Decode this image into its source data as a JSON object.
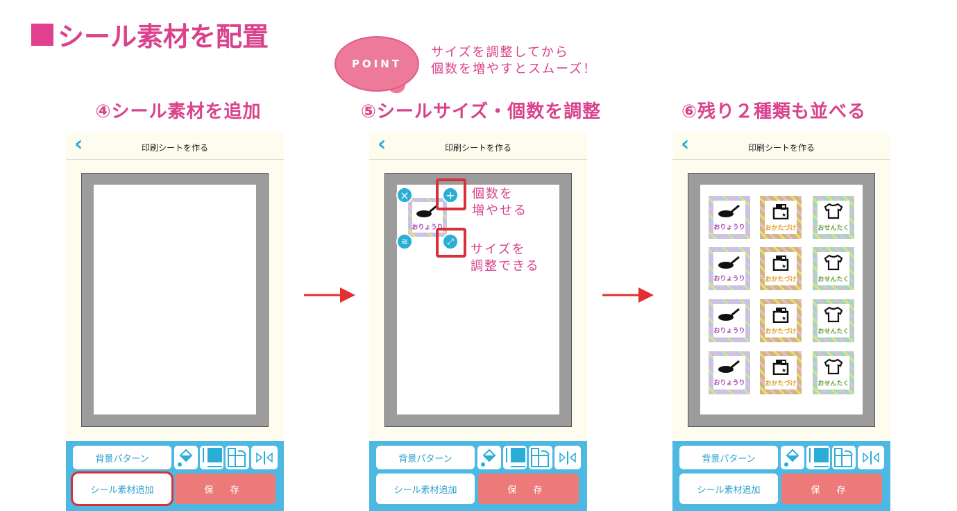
{
  "title": "シール素材を配置",
  "point": {
    "badge": "POINT",
    "tip": "サイズを調整してから\n個数を増やすとスムーズ！"
  },
  "steps": [
    "④シール素材を追加",
    "⑤シールサイズ・個数を調整",
    "⑥残り２種類も並べる"
  ],
  "phone": {
    "back": "‹",
    "header_title": "印刷シートを作る",
    "bg_pattern": "背景パターン",
    "add_sticker": "シール素材追加",
    "save": "保 存"
  },
  "annotations": {
    "count": "個数を\n増やせる",
    "size": "サイズを\n調整できる"
  },
  "stickers": [
    {
      "label": "おりょうり",
      "icon": "frying-pan",
      "color": "#a04aa8",
      "border": "#b8c8ee"
    },
    {
      "label": "おかたづけ",
      "icon": "box",
      "color": "#e0a020",
      "border": "#cdb880"
    },
    {
      "label": "おせんたく",
      "icon": "shirt",
      "color": "#6aa040",
      "border": "#9fd8c8"
    }
  ],
  "colors": {
    "accent": "#d9428c",
    "toolbar": "#4db8e2",
    "save": "#ec7a78",
    "highlight": "#d7303a",
    "cyan": "#2aaed6"
  }
}
